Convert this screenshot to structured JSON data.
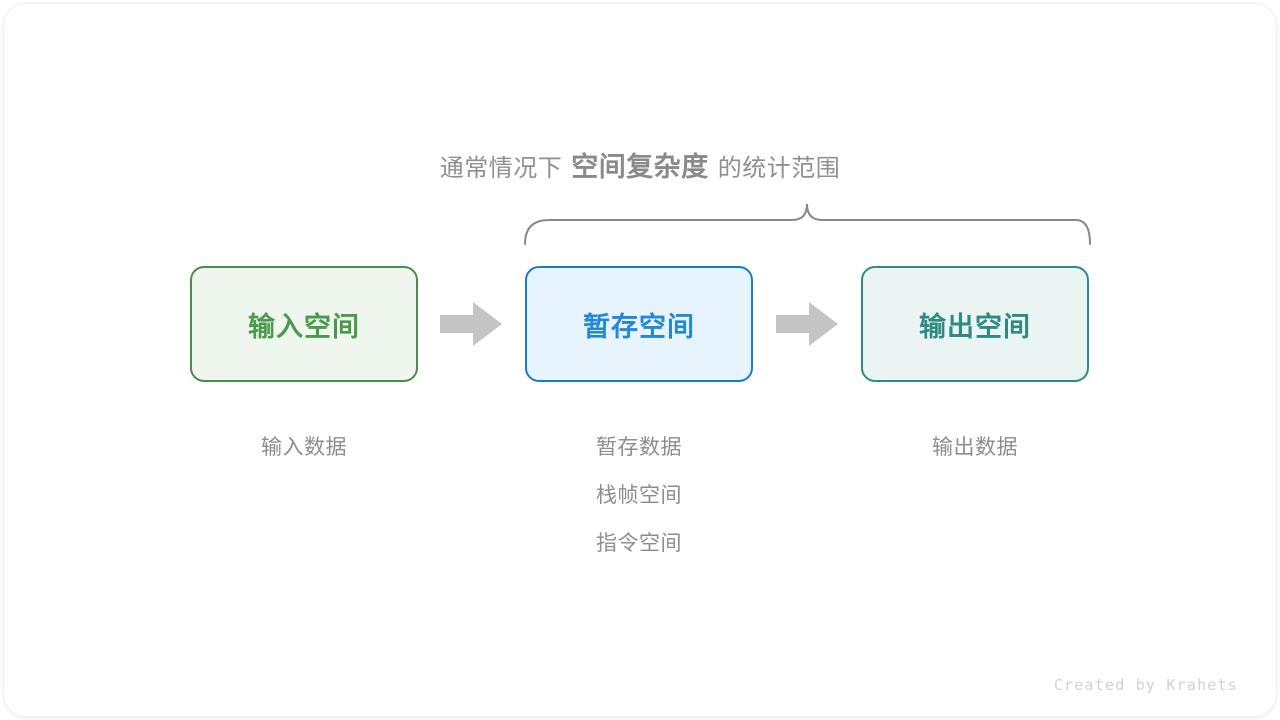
{
  "diagram": {
    "heading": {
      "prefix": "通常情况下",
      "emphasis": "空间复杂度",
      "suffix": "的统计范围"
    },
    "brace": {
      "label": "curly-brace-spanning-temp-and-output",
      "color": "#8a8a8a"
    },
    "boxes": [
      {
        "id": "input",
        "label": "输入空间",
        "border_color": "#4a8c4a",
        "fill_color": "#eef6ed",
        "text_color": "#4a9a4e"
      },
      {
        "id": "temp",
        "label": "暂存空间",
        "border_color": "#1a7ac8",
        "fill_color": "#e7f3fd",
        "text_color": "#2189d8"
      },
      {
        "id": "output",
        "label": "输出空间",
        "border_color": "#2e8b82",
        "fill_color": "#eaf4f2",
        "text_color": "#2f8b82"
      }
    ],
    "arrows": [
      {
        "id": "arrow-input-to-temp",
        "color": "#c4c4c4"
      },
      {
        "id": "arrow-temp-to-output",
        "color": "#c4c4c4"
      }
    ],
    "captions": {
      "input": [
        "输入数据"
      ],
      "temp": [
        "暂存数据",
        "栈帧空间",
        "指令空间"
      ],
      "output": [
        "输出数据"
      ]
    },
    "watermark": "Created by Krahets"
  }
}
